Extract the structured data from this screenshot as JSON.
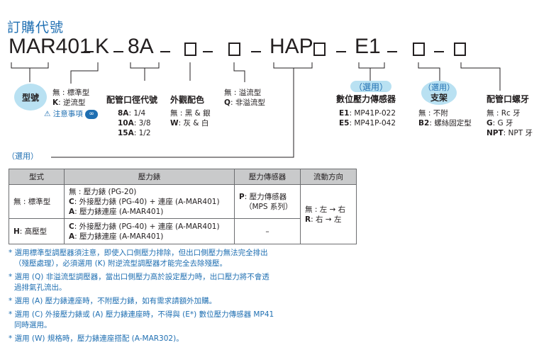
{
  "title": "訂購代號",
  "code": {
    "prefix": "MAR401",
    "k": "K",
    "size": "8A",
    "hap": "HAP",
    "e1": "E1"
  },
  "model": {
    "bubble": "型號",
    "std": "無 : 標準型",
    "k_key": "K",
    "k_val": ": 逆流型",
    "caution": "注意事項",
    "caution_icon_text": "∞"
  },
  "port": {
    "title": "配管口徑代號",
    "rows": [
      {
        "code": "8A",
        "size": ": 1/4"
      },
      {
        "code": "10A",
        "size": ": 3/8"
      },
      {
        "code": "15A",
        "size": ": 1/2"
      }
    ]
  },
  "color": {
    "title": "外觀配色",
    "none": "無 : 黑 & 銀",
    "w_key": "W",
    "w_val": ": 灰 & 白"
  },
  "overflow": {
    "none": "無 : 溢流型",
    "q_key": "Q",
    "q_val": ": 非溢流型"
  },
  "sensor": {
    "option": "（選用）",
    "title": "數位壓力傳感器",
    "e1_key": "E1",
    "e1_val": ": MP41P-022",
    "e5_key": "E5",
    "e5_val": ": MP41P-042"
  },
  "bracket": {
    "option": "（選用）",
    "title": "支架",
    "none": "無 : 不附",
    "b2_key": "B2",
    "b2_val": ": 螺絲固定型"
  },
  "thread": {
    "title": "配管口螺牙",
    "none": "無 : Rc 牙",
    "g_key": "G",
    "g_val": ": G 牙",
    "npt_key": "NPT",
    "npt_val": ": NPT 牙"
  },
  "table": {
    "option": "（選用）",
    "headers": [
      "型式",
      "壓力錶",
      "壓力傳感器",
      "流動方向"
    ],
    "row1_type": "無 : 標準型",
    "row1_gauge_1": "無 : 壓力錶 (PG-20)",
    "row1_gauge_2_key": "C",
    "row1_gauge_2_val": ": 外接壓力錶 (PG-40) + 連座 (A-MAR401)",
    "row1_gauge_3_key": "A",
    "row1_gauge_3_val": ": 壓力錶連座 (A-MAR401)",
    "row1_sensor_key": "P",
    "row1_sensor_val": ": 壓力傳感器",
    "row1_sensor_2": "（MPS 系列）",
    "flow_1": "無 : 左 → 右",
    "flow_2_key": "R",
    "flow_2_val": ": 右 → 左",
    "row2_type_key": "H",
    "row2_type_val": ": 高壓型",
    "row2_gauge_1_key": "C",
    "row2_gauge_1_val": ": 外接壓力錶 (PG-40) + 連座 (A-MAR401)",
    "row2_gauge_2_key": "A",
    "row2_gauge_2_val": ": 壓力錶連座 (A-MAR401)",
    "row2_sensor": "–"
  },
  "notes": [
    "* 選用標準型調壓器須注意，即使入口側壓力排除，但出口側壓力無法完全排出",
    "（殘壓處理），必須選用 (K) 附逆流型調壓器才能完全去除殘壓。",
    "* 選用 (Q) 非溢流型調壓器，當出口側壓力高於設定壓力時，出口壓力將不會透",
    "過排氣孔流出。",
    "* 選用 (A) 壓力錶連座時，不附壓力錶，如有需求請額外加購。",
    "* 選用 (C) 外接壓力錶或 (A) 壓力錶連座時，不得與 (E*) 數位壓力傳感器 MP41",
    "同時選用。",
    "* 選用 (W) 規格時，壓力錶連座搭配 (A-MAR302)。"
  ]
}
